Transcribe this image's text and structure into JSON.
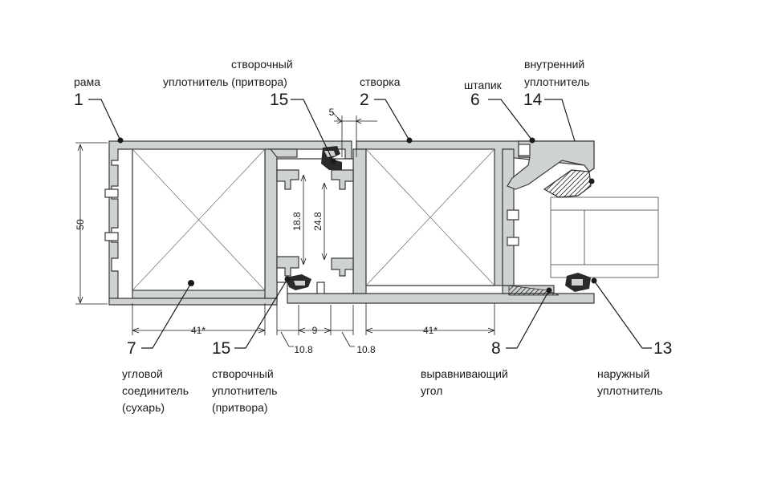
{
  "callouts": [
    {
      "id": "c1",
      "number": "1",
      "text_lines": [
        "рама"
      ]
    },
    {
      "id": "c15a",
      "number": "15",
      "text_lines": [
        "створочный",
        "уплотнитель (притвора)"
      ]
    },
    {
      "id": "c2",
      "number": "2",
      "text_lines": [
        "створка"
      ]
    },
    {
      "id": "c6",
      "number": "6",
      "text_lines": [
        "штапик"
      ]
    },
    {
      "id": "c14",
      "number": "14",
      "text_lines": [
        "внутренний",
        "уплотнитель"
      ]
    },
    {
      "id": "c7",
      "number": "7",
      "text_lines": [
        "угловой",
        "соединитель",
        "(сухарь)"
      ]
    },
    {
      "id": "c15b",
      "number": "15",
      "text_lines": [
        "створочный",
        "уплотнитель",
        "(притвора)"
      ]
    },
    {
      "id": "c8",
      "number": "8",
      "text_lines": [
        "выравнивающий",
        "угол"
      ]
    },
    {
      "id": "c13",
      "number": "13",
      "text_lines": [
        "наружный",
        "уплотнитель"
      ]
    }
  ],
  "dimensions": {
    "height": "50",
    "gap_top": "5",
    "inner_a": "18.8",
    "inner_b": "24.8",
    "cavity_left": "41*",
    "cavity_right": "41*",
    "mid_gap": "9",
    "offset_left": "10.8",
    "offset_right": "10.8"
  },
  "colors": {
    "profile_fill": "#cfd2d3",
    "profile_stroke": "#3a3a3a",
    "gasket": "#2a2a2a",
    "line": "#1a1a1a"
  }
}
